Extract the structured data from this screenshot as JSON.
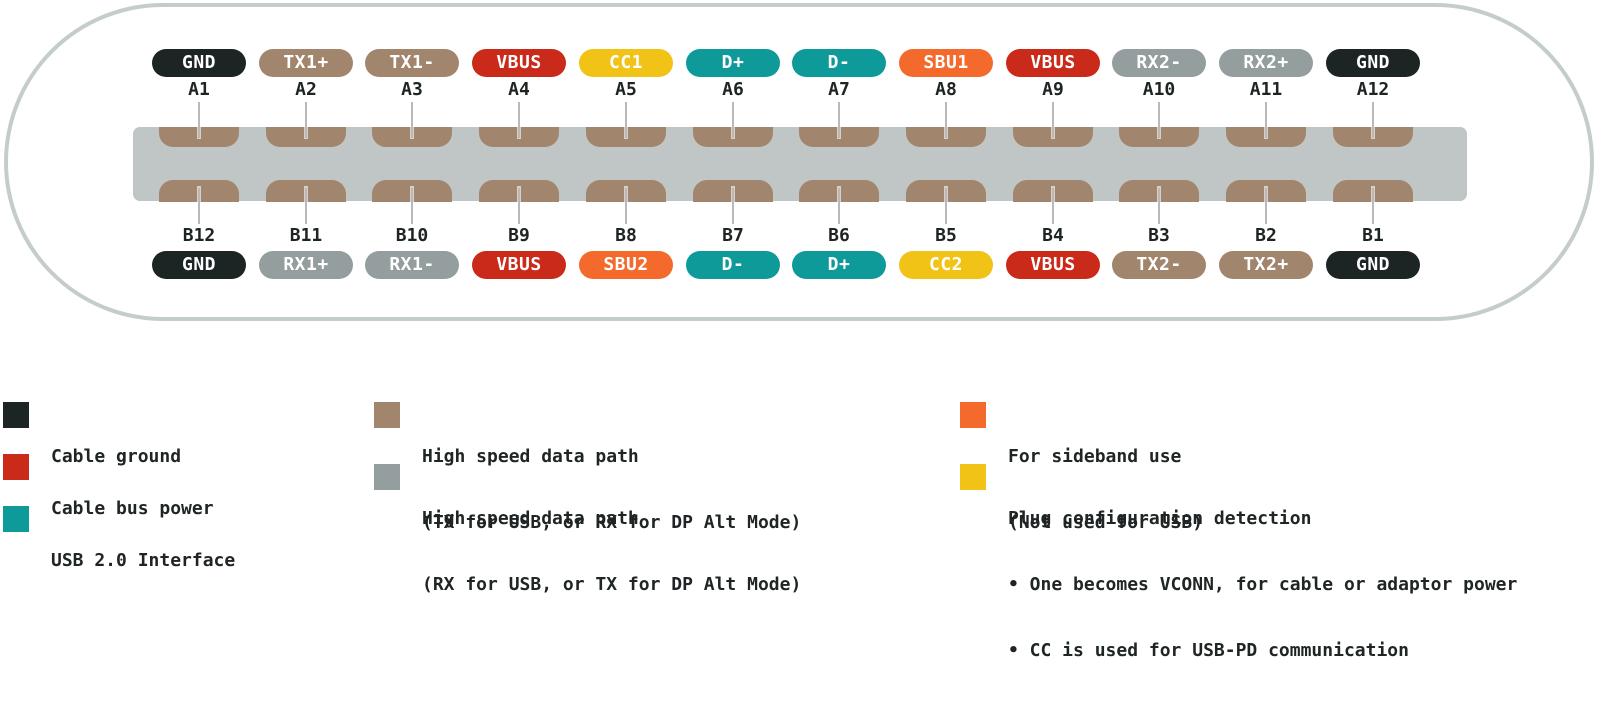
{
  "colors": {
    "ground": "#1d2424",
    "power": "#c92a1a",
    "usb2": "#0f9a9a",
    "tx": "#a1856d",
    "rx": "#949e9e",
    "sideband": "#f4692c",
    "cc": "#f1c316"
  },
  "top_row": [
    {
      "label": "GND",
      "pin": "A1",
      "kind": "ground"
    },
    {
      "label": "TX1+",
      "pin": "A2",
      "kind": "tx"
    },
    {
      "label": "TX1-",
      "pin": "A3",
      "kind": "tx"
    },
    {
      "label": "VBUS",
      "pin": "A4",
      "kind": "power"
    },
    {
      "label": "CC1",
      "pin": "A5",
      "kind": "cc"
    },
    {
      "label": "D+",
      "pin": "A6",
      "kind": "usb2"
    },
    {
      "label": "D-",
      "pin": "A7",
      "kind": "usb2"
    },
    {
      "label": "SBU1",
      "pin": "A8",
      "kind": "sideband"
    },
    {
      "label": "VBUS",
      "pin": "A9",
      "kind": "power"
    },
    {
      "label": "RX2-",
      "pin": "A10",
      "kind": "rx"
    },
    {
      "label": "RX2+",
      "pin": "A11",
      "kind": "rx"
    },
    {
      "label": "GND",
      "pin": "A12",
      "kind": "ground"
    }
  ],
  "bottom_row": [
    {
      "label": "GND",
      "pin": "B12",
      "kind": "ground"
    },
    {
      "label": "RX1+",
      "pin": "B11",
      "kind": "rx"
    },
    {
      "label": "RX1-",
      "pin": "B10",
      "kind": "rx"
    },
    {
      "label": "VBUS",
      "pin": "B9",
      "kind": "power"
    },
    {
      "label": "SBU2",
      "pin": "B8",
      "kind": "sideband"
    },
    {
      "label": "D-",
      "pin": "B7",
      "kind": "usb2"
    },
    {
      "label": "D+",
      "pin": "B6",
      "kind": "usb2"
    },
    {
      "label": "CC2",
      "pin": "B5",
      "kind": "cc"
    },
    {
      "label": "VBUS",
      "pin": "B4",
      "kind": "power"
    },
    {
      "label": "TX2-",
      "pin": "B3",
      "kind": "tx"
    },
    {
      "label": "TX2+",
      "pin": "B2",
      "kind": "tx"
    },
    {
      "label": "GND",
      "pin": "B1",
      "kind": "ground"
    }
  ],
  "legend": {
    "ground": {
      "lines": [
        "Cable ground"
      ]
    },
    "power": {
      "lines": [
        "Cable bus power"
      ]
    },
    "usb2": {
      "lines": [
        "USB 2.0 Interface"
      ]
    },
    "tx": {
      "lines": [
        "High speed data path",
        "(TX for USB, or RX for DP Alt Mode)"
      ]
    },
    "rx": {
      "lines": [
        "High speed data path",
        "(RX for USB, or TX for DP Alt Mode)"
      ]
    },
    "sideband": {
      "lines": [
        "For sideband use",
        "(Not used for USB)"
      ]
    },
    "cc": {
      "lines": [
        "Plug configuration detection",
        "• One becomes VCONN, for cable or adaptor power",
        "• CC is used for USB-PD communication"
      ]
    }
  }
}
